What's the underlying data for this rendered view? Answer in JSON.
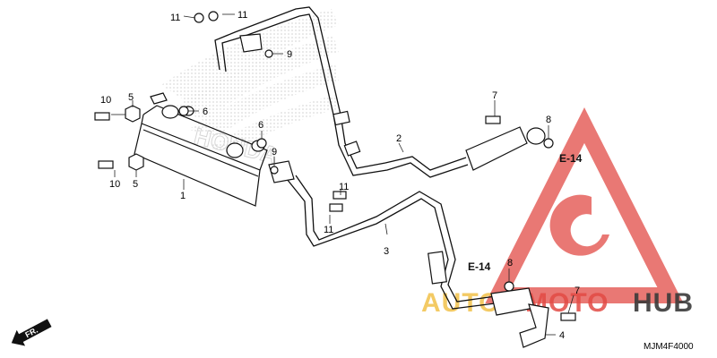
{
  "diagram": {
    "code": "MJM4F4000",
    "front_marker": "FR.",
    "background_logo": "HONDA",
    "watermark_text": {
      "auto": "AUTO",
      "moto": "MOTO",
      "hub": "HUB"
    },
    "colors": {
      "watermark_red": "#e24b45",
      "watermark_yellow": "#f2c14a",
      "watermark_dark": "#3a3a3a",
      "line": "#111111"
    },
    "callouts": [
      {
        "id": "c-11a",
        "text": "11"
      },
      {
        "id": "c-11b",
        "text": "11"
      },
      {
        "id": "c-9a",
        "text": "9"
      },
      {
        "id": "c-10a",
        "text": "10"
      },
      {
        "id": "c-5a",
        "text": "5"
      },
      {
        "id": "c-6a",
        "text": "6"
      },
      {
        "id": "c-6b",
        "text": "6"
      },
      {
        "id": "c-9b",
        "text": "9"
      },
      {
        "id": "c-10b",
        "text": "10"
      },
      {
        "id": "c-5b",
        "text": "5"
      },
      {
        "id": "c-1",
        "text": "1"
      },
      {
        "id": "c-11c",
        "text": "11"
      },
      {
        "id": "c-11d",
        "text": "11"
      },
      {
        "id": "c-2",
        "text": "2"
      },
      {
        "id": "c-3",
        "text": "3"
      },
      {
        "id": "c-7a",
        "text": "7"
      },
      {
        "id": "c-8a",
        "text": "8"
      },
      {
        "id": "c-8b",
        "text": "8"
      },
      {
        "id": "c-7b",
        "text": "7"
      },
      {
        "id": "c-4",
        "text": "4"
      }
    ],
    "references": [
      {
        "id": "ref-top",
        "text": "E-14"
      },
      {
        "id": "ref-bottom",
        "text": "E-14"
      }
    ]
  }
}
